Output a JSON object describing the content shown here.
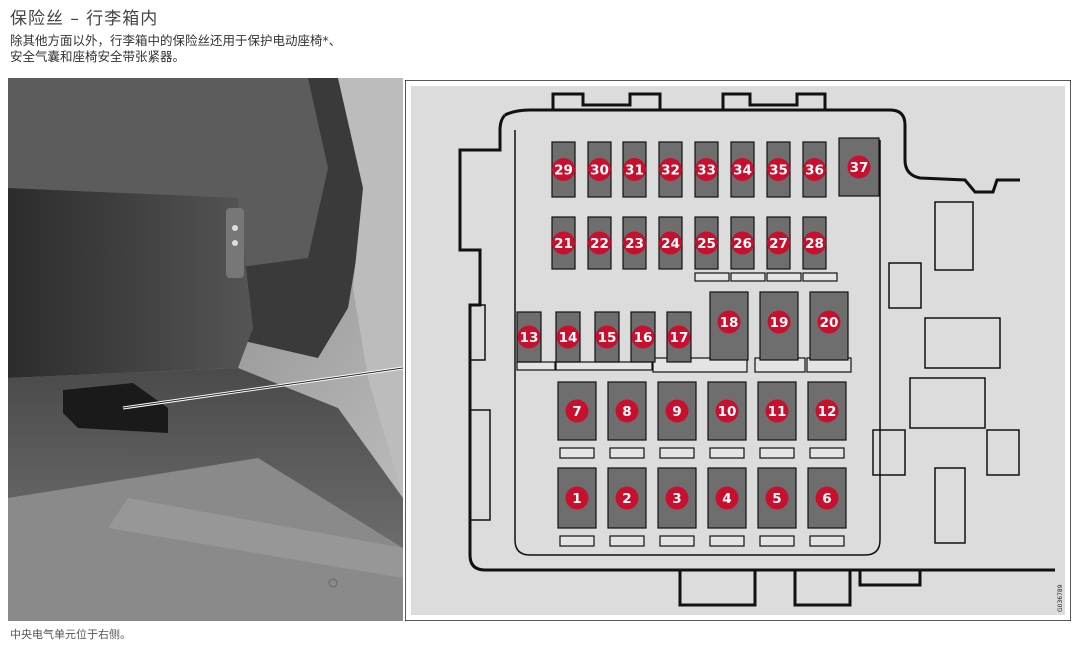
{
  "header": {
    "title": "保险丝 – 行李箱内",
    "description": "除其他方面以外，行李箱中的保险丝还用于保护电动座椅*、安全气囊和座椅安全带张紧器。"
  },
  "photo": {
    "subject": ""
  },
  "fusebox": {
    "fuses": [
      "1",
      "2",
      "3",
      "4",
      "5",
      "6",
      "7",
      "8",
      "9",
      "10",
      "11",
      "12",
      "13",
      "14",
      "15",
      "16",
      "17",
      "18",
      "19",
      "20",
      "21",
      "22",
      "23",
      "24",
      "25",
      "26",
      "27",
      "28",
      "29",
      "30",
      "31",
      "32",
      "33",
      "34",
      "35",
      "36",
      "37"
    ],
    "part_code": "G036789",
    "colors": {
      "marker": "#c8102e",
      "fuse": "#6e6e6e",
      "panel": "#dcdcdc"
    }
  },
  "caption": "中央电气单元位于右侧。"
}
